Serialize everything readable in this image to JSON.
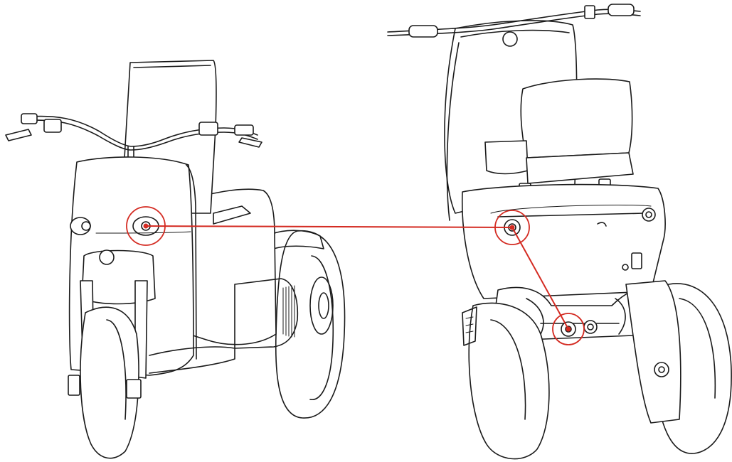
{
  "diagram": {
    "highlight_color": "#d42b22",
    "line_color": "#1a1a1a",
    "background": "#ffffff",
    "nodes": [
      {
        "id": "front-fitting",
        "view": "front"
      },
      {
        "id": "rear-upper-fitting",
        "view": "rear"
      },
      {
        "id": "rear-lower-fitting",
        "view": "rear"
      }
    ],
    "links": [
      {
        "from": "front-fitting",
        "to": "rear-upper-fitting"
      },
      {
        "from": "rear-upper-fitting",
        "to": "rear-lower-fitting"
      }
    ]
  }
}
